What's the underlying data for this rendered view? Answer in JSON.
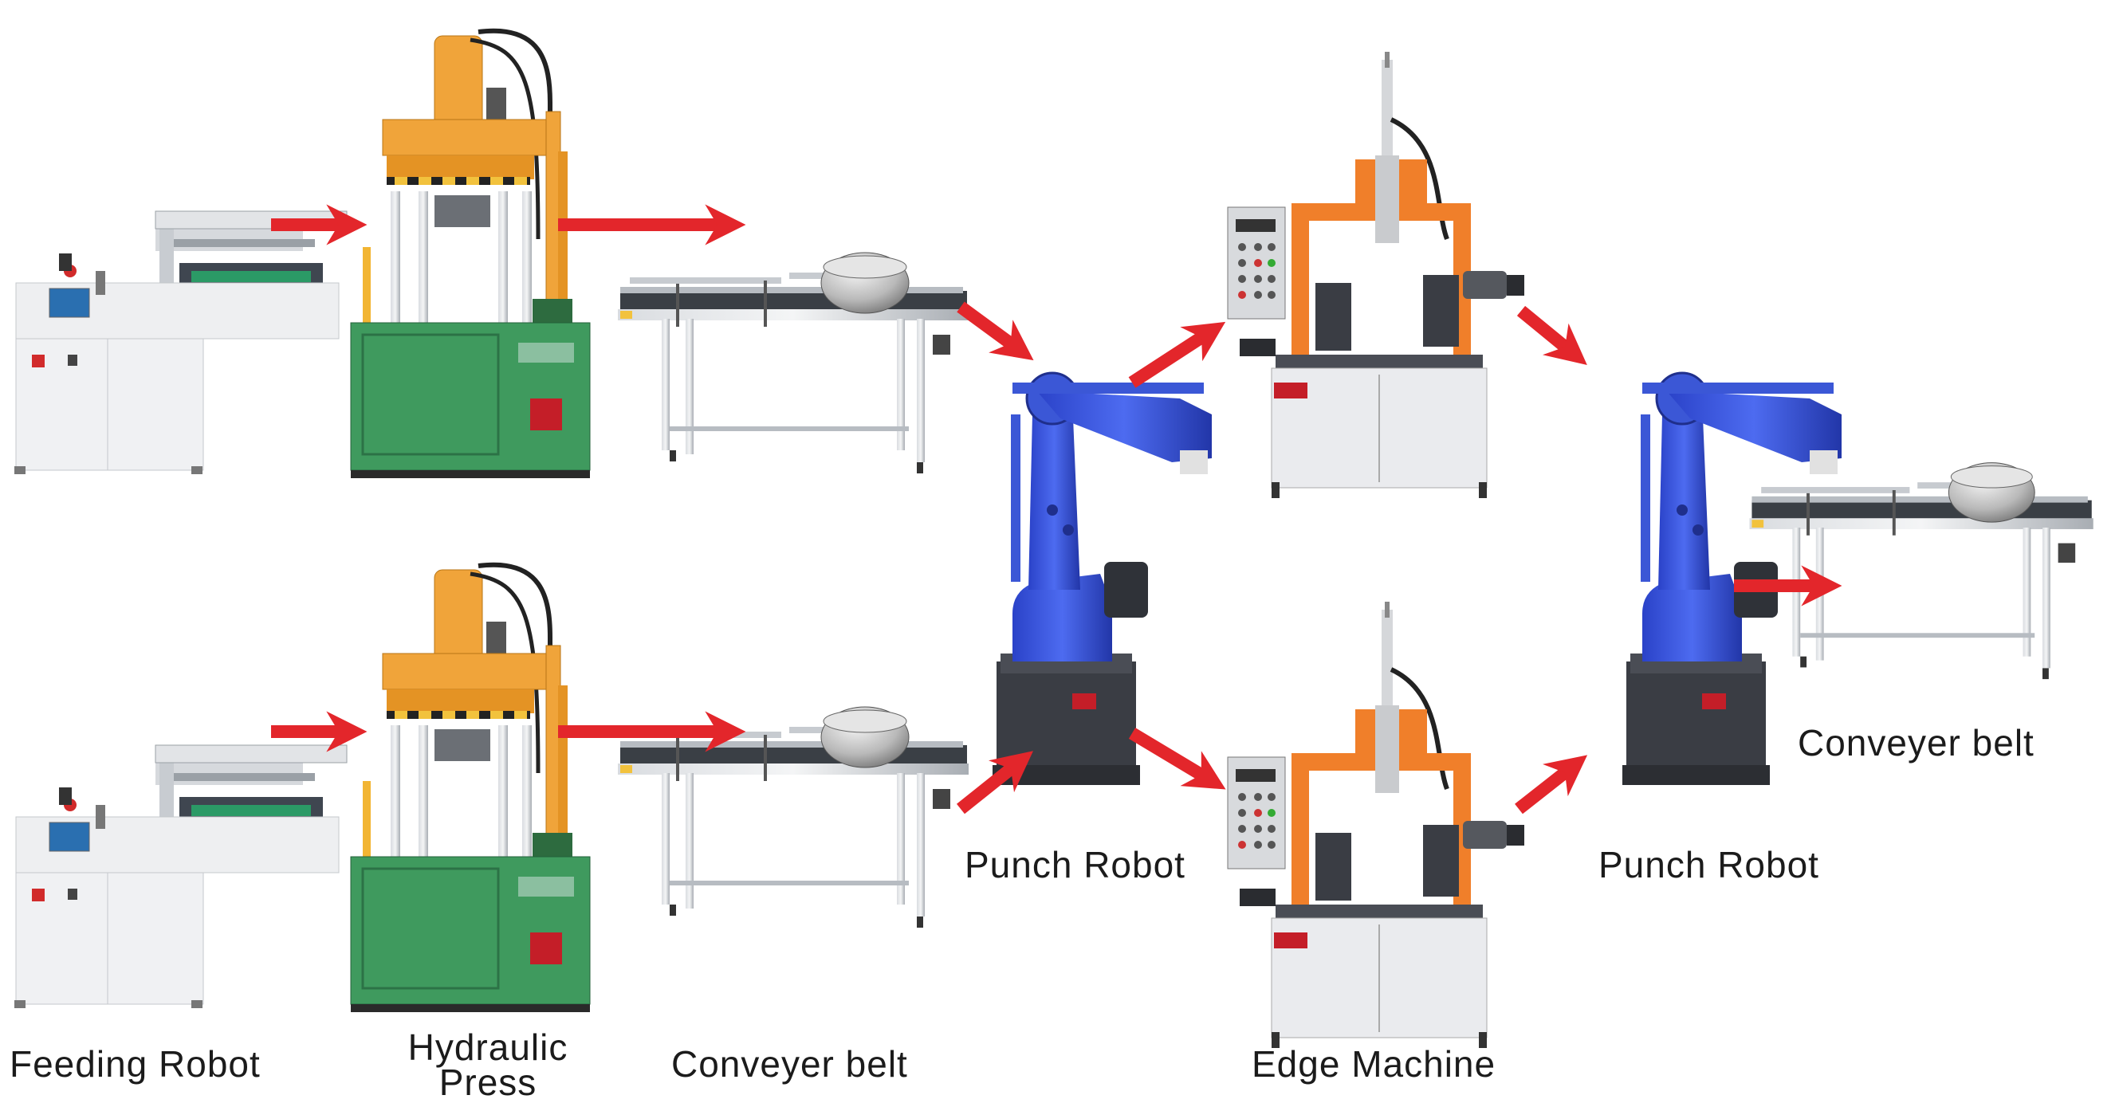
{
  "labels": {
    "feeding_robot": "Feeding Robot",
    "hydraulic_press_line1": "Hydraulic",
    "hydraulic_press_line2": "Press",
    "conveyer_belt_bottom": "Conveyer belt",
    "punch_robot_left": "Punch Robot",
    "edge_machine": "Edge Machine",
    "punch_robot_right": "Punch Robot",
    "conveyer_belt_right": "Conveyer belt"
  },
  "colors": {
    "arrow": "#e3262b",
    "press_body": "#3f9a5e",
    "press_top": "#f0a43a",
    "robot": "#3b57d6",
    "edge_frame": "#f07f2a",
    "cabinet": "#e9e9ec",
    "steel": "#b7bcc2",
    "dark_base": "#3a3d44"
  }
}
